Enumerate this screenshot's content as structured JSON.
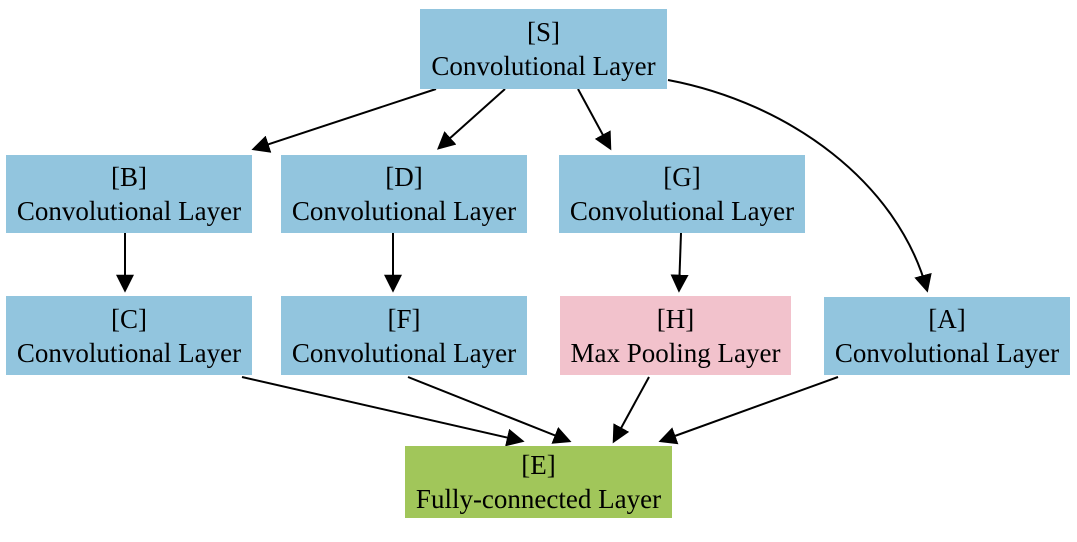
{
  "diagram": {
    "type": "directed-graph",
    "background": "#ffffff",
    "nodes": {
      "S": {
        "tag": "[S]",
        "label": "Convolutional Layer",
        "color": "#92c5de"
      },
      "B": {
        "tag": "[B]",
        "label": "Convolutional Layer",
        "color": "#92c5de"
      },
      "D": {
        "tag": "[D]",
        "label": "Convolutional Layer",
        "color": "#92c5de"
      },
      "G": {
        "tag": "[G]",
        "label": "Convolutional Layer",
        "color": "#92c5de"
      },
      "C": {
        "tag": "[C]",
        "label": "Convolutional Layer",
        "color": "#92c5de"
      },
      "F": {
        "tag": "[F]",
        "label": "Convolutional Layer",
        "color": "#92c5de"
      },
      "H": {
        "tag": "[H]",
        "label": "Max Pooling Layer",
        "color": "#f2c2cc"
      },
      "A": {
        "tag": "[A]",
        "label": "Convolutional Layer",
        "color": "#92c5de"
      },
      "E": {
        "tag": "[E]",
        "label": "Fully-connected Layer",
        "color": "#a1c65a"
      }
    },
    "edges": [
      {
        "from": "S",
        "to": "B"
      },
      {
        "from": "S",
        "to": "D"
      },
      {
        "from": "S",
        "to": "G"
      },
      {
        "from": "S",
        "to": "A"
      },
      {
        "from": "B",
        "to": "C"
      },
      {
        "from": "D",
        "to": "F"
      },
      {
        "from": "G",
        "to": "H"
      },
      {
        "from": "C",
        "to": "E"
      },
      {
        "from": "F",
        "to": "E"
      },
      {
        "from": "H",
        "to": "E"
      },
      {
        "from": "A",
        "to": "E"
      }
    ],
    "colors": {
      "node_blue": "#92c5de",
      "node_pink": "#f2c2cc",
      "node_green": "#a1c65a",
      "arrow": "#000000",
      "text": "#000000",
      "background": "#ffffff"
    }
  }
}
